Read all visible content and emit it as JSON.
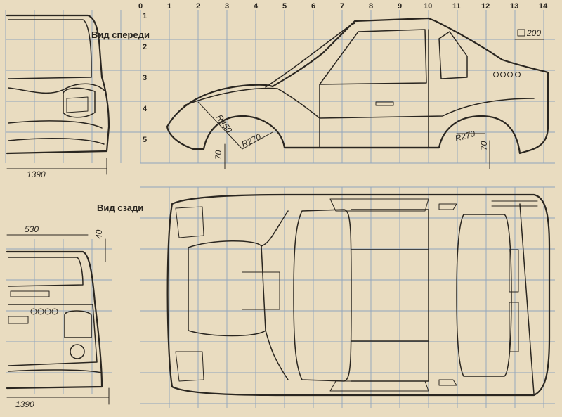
{
  "labels": {
    "front_view": "Вид спереди",
    "rear_view": "Вид сзади",
    "scale": "200",
    "width_front": "1390",
    "width_rear": "1390",
    "dim_530": "530",
    "dim_40": "40",
    "radius_450": "R450",
    "radius_270_front": "R270",
    "radius_270_rear": "R270",
    "clearance_front": "70",
    "clearance_rear": "70"
  },
  "ruler_x": [
    "0",
    "1",
    "2",
    "3",
    "4",
    "5",
    "6",
    "7",
    "8",
    "9",
    "10",
    "11",
    "12",
    "13",
    "14"
  ],
  "ruler_y": [
    "1",
    "2",
    "3",
    "4",
    "5"
  ]
}
